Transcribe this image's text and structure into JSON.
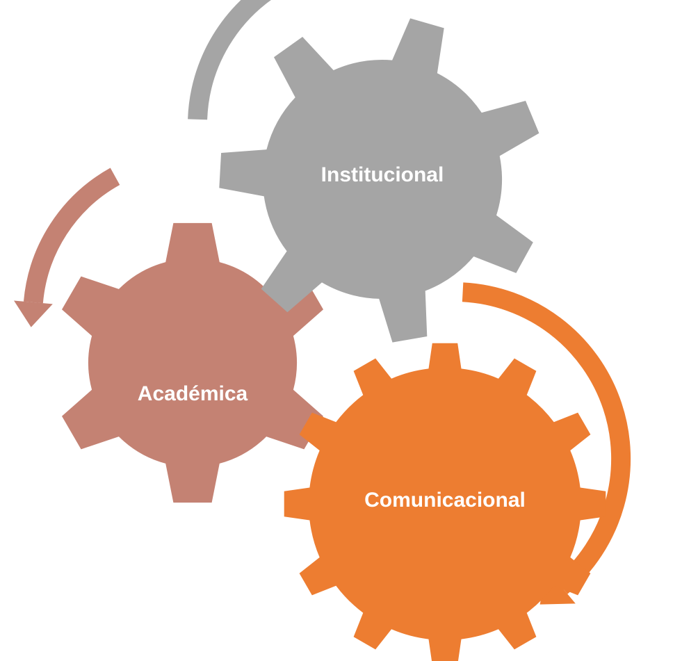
{
  "diagram": {
    "gears": [
      {
        "id": "institucional",
        "label": "Institucional",
        "color": "#A5A5A5"
      },
      {
        "id": "academica",
        "label": "Académica",
        "color": "#C48273"
      },
      {
        "id": "comunicacional",
        "label": "Comunicacional",
        "color": "#ED7D31"
      }
    ],
    "arrows": [
      {
        "id": "institucional-arrow",
        "color": "#A5A5A5"
      },
      {
        "id": "academica-arrow",
        "color": "#C48273"
      },
      {
        "id": "comunicacional-arrow",
        "color": "#ED7D31"
      }
    ]
  }
}
